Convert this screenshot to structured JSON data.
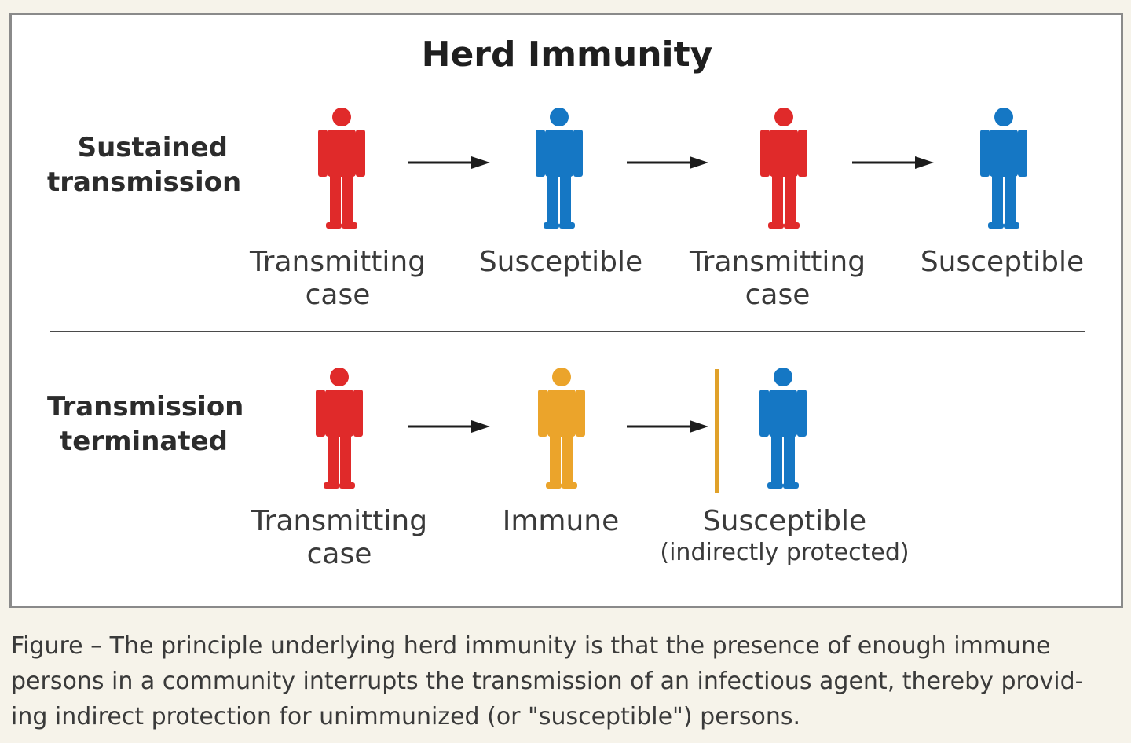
{
  "title": "Herd Immunity",
  "colors": {
    "transmitting": "#e02a2a",
    "susceptible": "#1577c4",
    "immune": "#eba42b",
    "barrier": "#e0a12a"
  },
  "rows": {
    "sustained": {
      "label_line1": "Sustained",
      "label_line2": "transmission",
      "people": [
        {
          "kind": "transmitting",
          "label_line1": "Transmitting",
          "label_line2": "case"
        },
        {
          "kind": "susceptible",
          "label_line1": "Susceptible",
          "label_line2": ""
        },
        {
          "kind": "transmitting",
          "label_line1": "Transmitting",
          "label_line2": "case"
        },
        {
          "kind": "susceptible",
          "label_line1": "Susceptible",
          "label_line2": ""
        }
      ]
    },
    "terminated": {
      "label_line1": "Transmission",
      "label_line2": "terminated",
      "people": [
        {
          "kind": "transmitting",
          "label_line1": "Transmitting",
          "label_line2": "case"
        },
        {
          "kind": "immune",
          "label_line1": "Immune",
          "label_line2": ""
        },
        {
          "kind": "susceptible",
          "label_line1": "Susceptible",
          "label_line2": "(indirectly protected)"
        }
      ]
    }
  },
  "caption": {
    "line1": "Figure – The principle underlying herd immunity is that the presence of enough immune",
    "line2": "persons in a community interrupts the transmission of an infectious agent, thereby provid-",
    "line3": "ing indirect protection for unimmunized (or \"susceptible\") persons."
  }
}
